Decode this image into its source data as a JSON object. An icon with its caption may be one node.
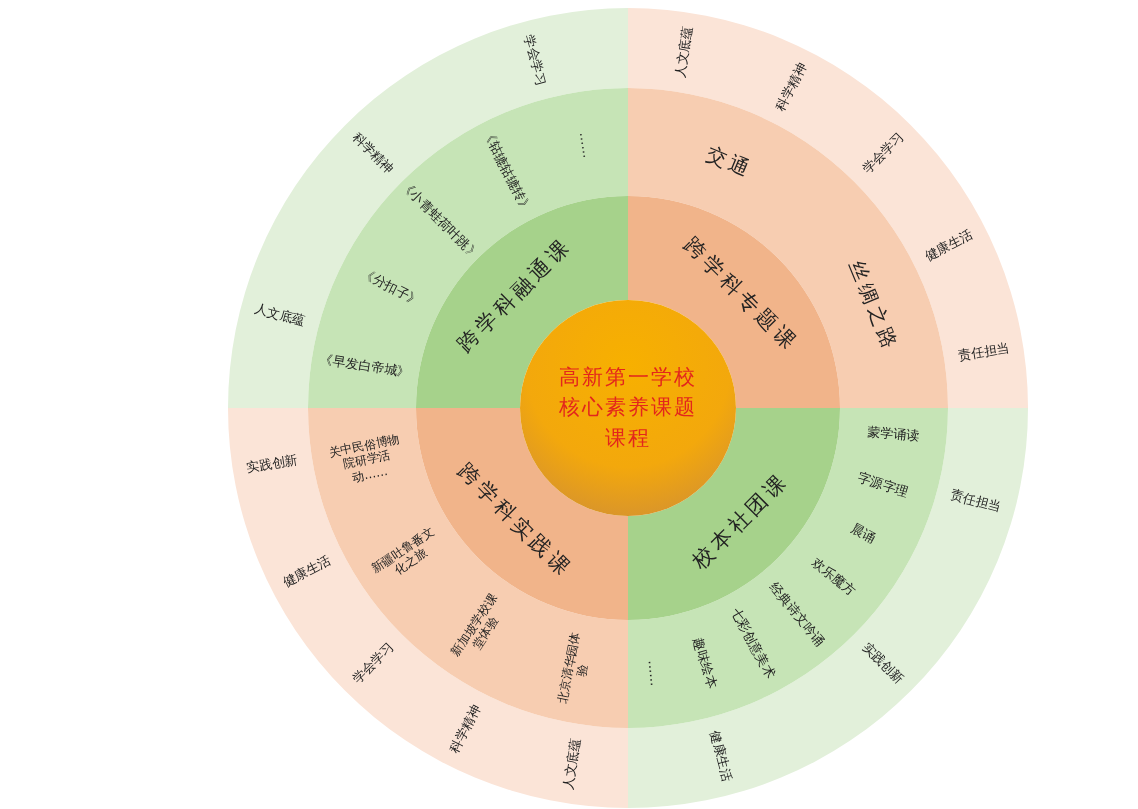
{
  "diagram": {
    "nodes": [
      {
        "text": [
          "高新第一学校核心素养课题课程"
        ]
      },
      {
        "text": [
          "跨学科融通课"
        ]
      },
      {
        "text": [
          "《早发白帝城》",
          "《分扣子》",
          "《小青蛙荷叶跳》",
          "《轱辘轱辘转》",
          "……"
        ]
      },
      {
        "text": [
          "人文底蕴",
          "科学精神",
          "学会学习"
        ]
      },
      {
        "text": [
          "跨学科专题课"
        ]
      },
      {
        "text": [
          "交通",
          "丝绸之路"
        ]
      },
      {
        "text": [
          "人文底蕴",
          "科学精神",
          "学会学习",
          "健康生活",
          "责任担当"
        ]
      },
      {
        "text": [
          "校本社团课"
        ]
      },
      {
        "text": [
          "蒙学诵读",
          "字源字理",
          "晨诵",
          "欢乐魔方",
          "经典诗文吟诵",
          "七彩创意美术",
          "趣味绘本",
          "……"
        ]
      },
      {
        "text": [
          "责任担当",
          "实践创新",
          "健康生活"
        ]
      },
      {
        "text": [
          "跨学科实践课"
        ]
      },
      {
        "text": [
          "北京清华园体验",
          "新加坡学校课堂体验",
          "新疆吐鲁番文化之旅",
          "关中民俗博物院研学活动……"
        ]
      },
      {
        "text": [
          "人文底蕴",
          "科学精神",
          "学会学习",
          "健康生活",
          "实践创新"
        ]
      }
    ],
    "edges": []
  }
}
